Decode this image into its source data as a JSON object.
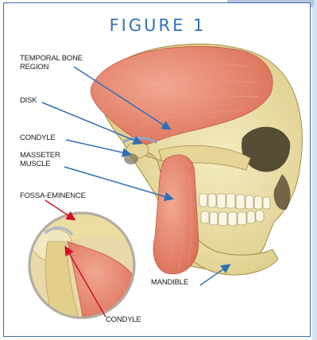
{
  "figure": {
    "title": "FIGURE 1",
    "colors": {
      "accent": "#2f73b8",
      "arrow_blue": "#2f6fb5",
      "arrow_red": "#d0102a"
    },
    "labels": {
      "temporal_line1": "TEMPORAL BONE",
      "temporal_line2": "REGION",
      "disk": "DISK",
      "condyle_upper": "CONDYLE",
      "masseter_line1": "MASSETER",
      "masseter_line2": "MUSCLE",
      "fossa_eminence": "FOSSA-EMINENCE",
      "mandible": "MANDIBLE",
      "condyle_lower": "CONDYLE"
    }
  }
}
